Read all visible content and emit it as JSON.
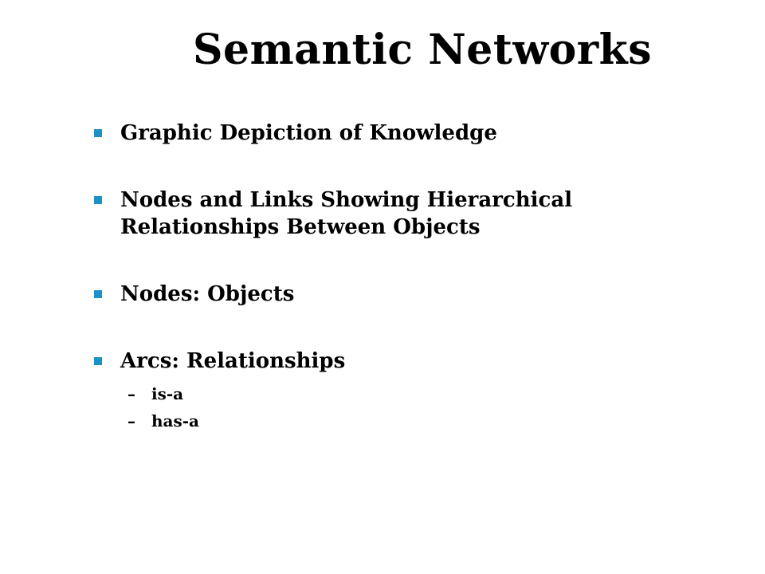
{
  "slide": {
    "title": "Semantic Networks",
    "bullets": [
      {
        "line1": "Graphic Depiction of Knowledge",
        "line2": ""
      },
      {
        "line1": "Nodes and Links Showing Hierarchical",
        "line2": "Relationships Between Objects"
      },
      {
        "line1": "Nodes: Objects",
        "line2": ""
      },
      {
        "line1": "Arcs: Relationships",
        "line2": ""
      }
    ],
    "sub_bullets": [
      {
        "dash": "–",
        "text": "is-a"
      },
      {
        "dash": "–",
        "text": "has-a"
      }
    ],
    "colors": {
      "bullet_marker": "#1e90c8",
      "text": "#000000",
      "background": "#ffffff"
    }
  }
}
